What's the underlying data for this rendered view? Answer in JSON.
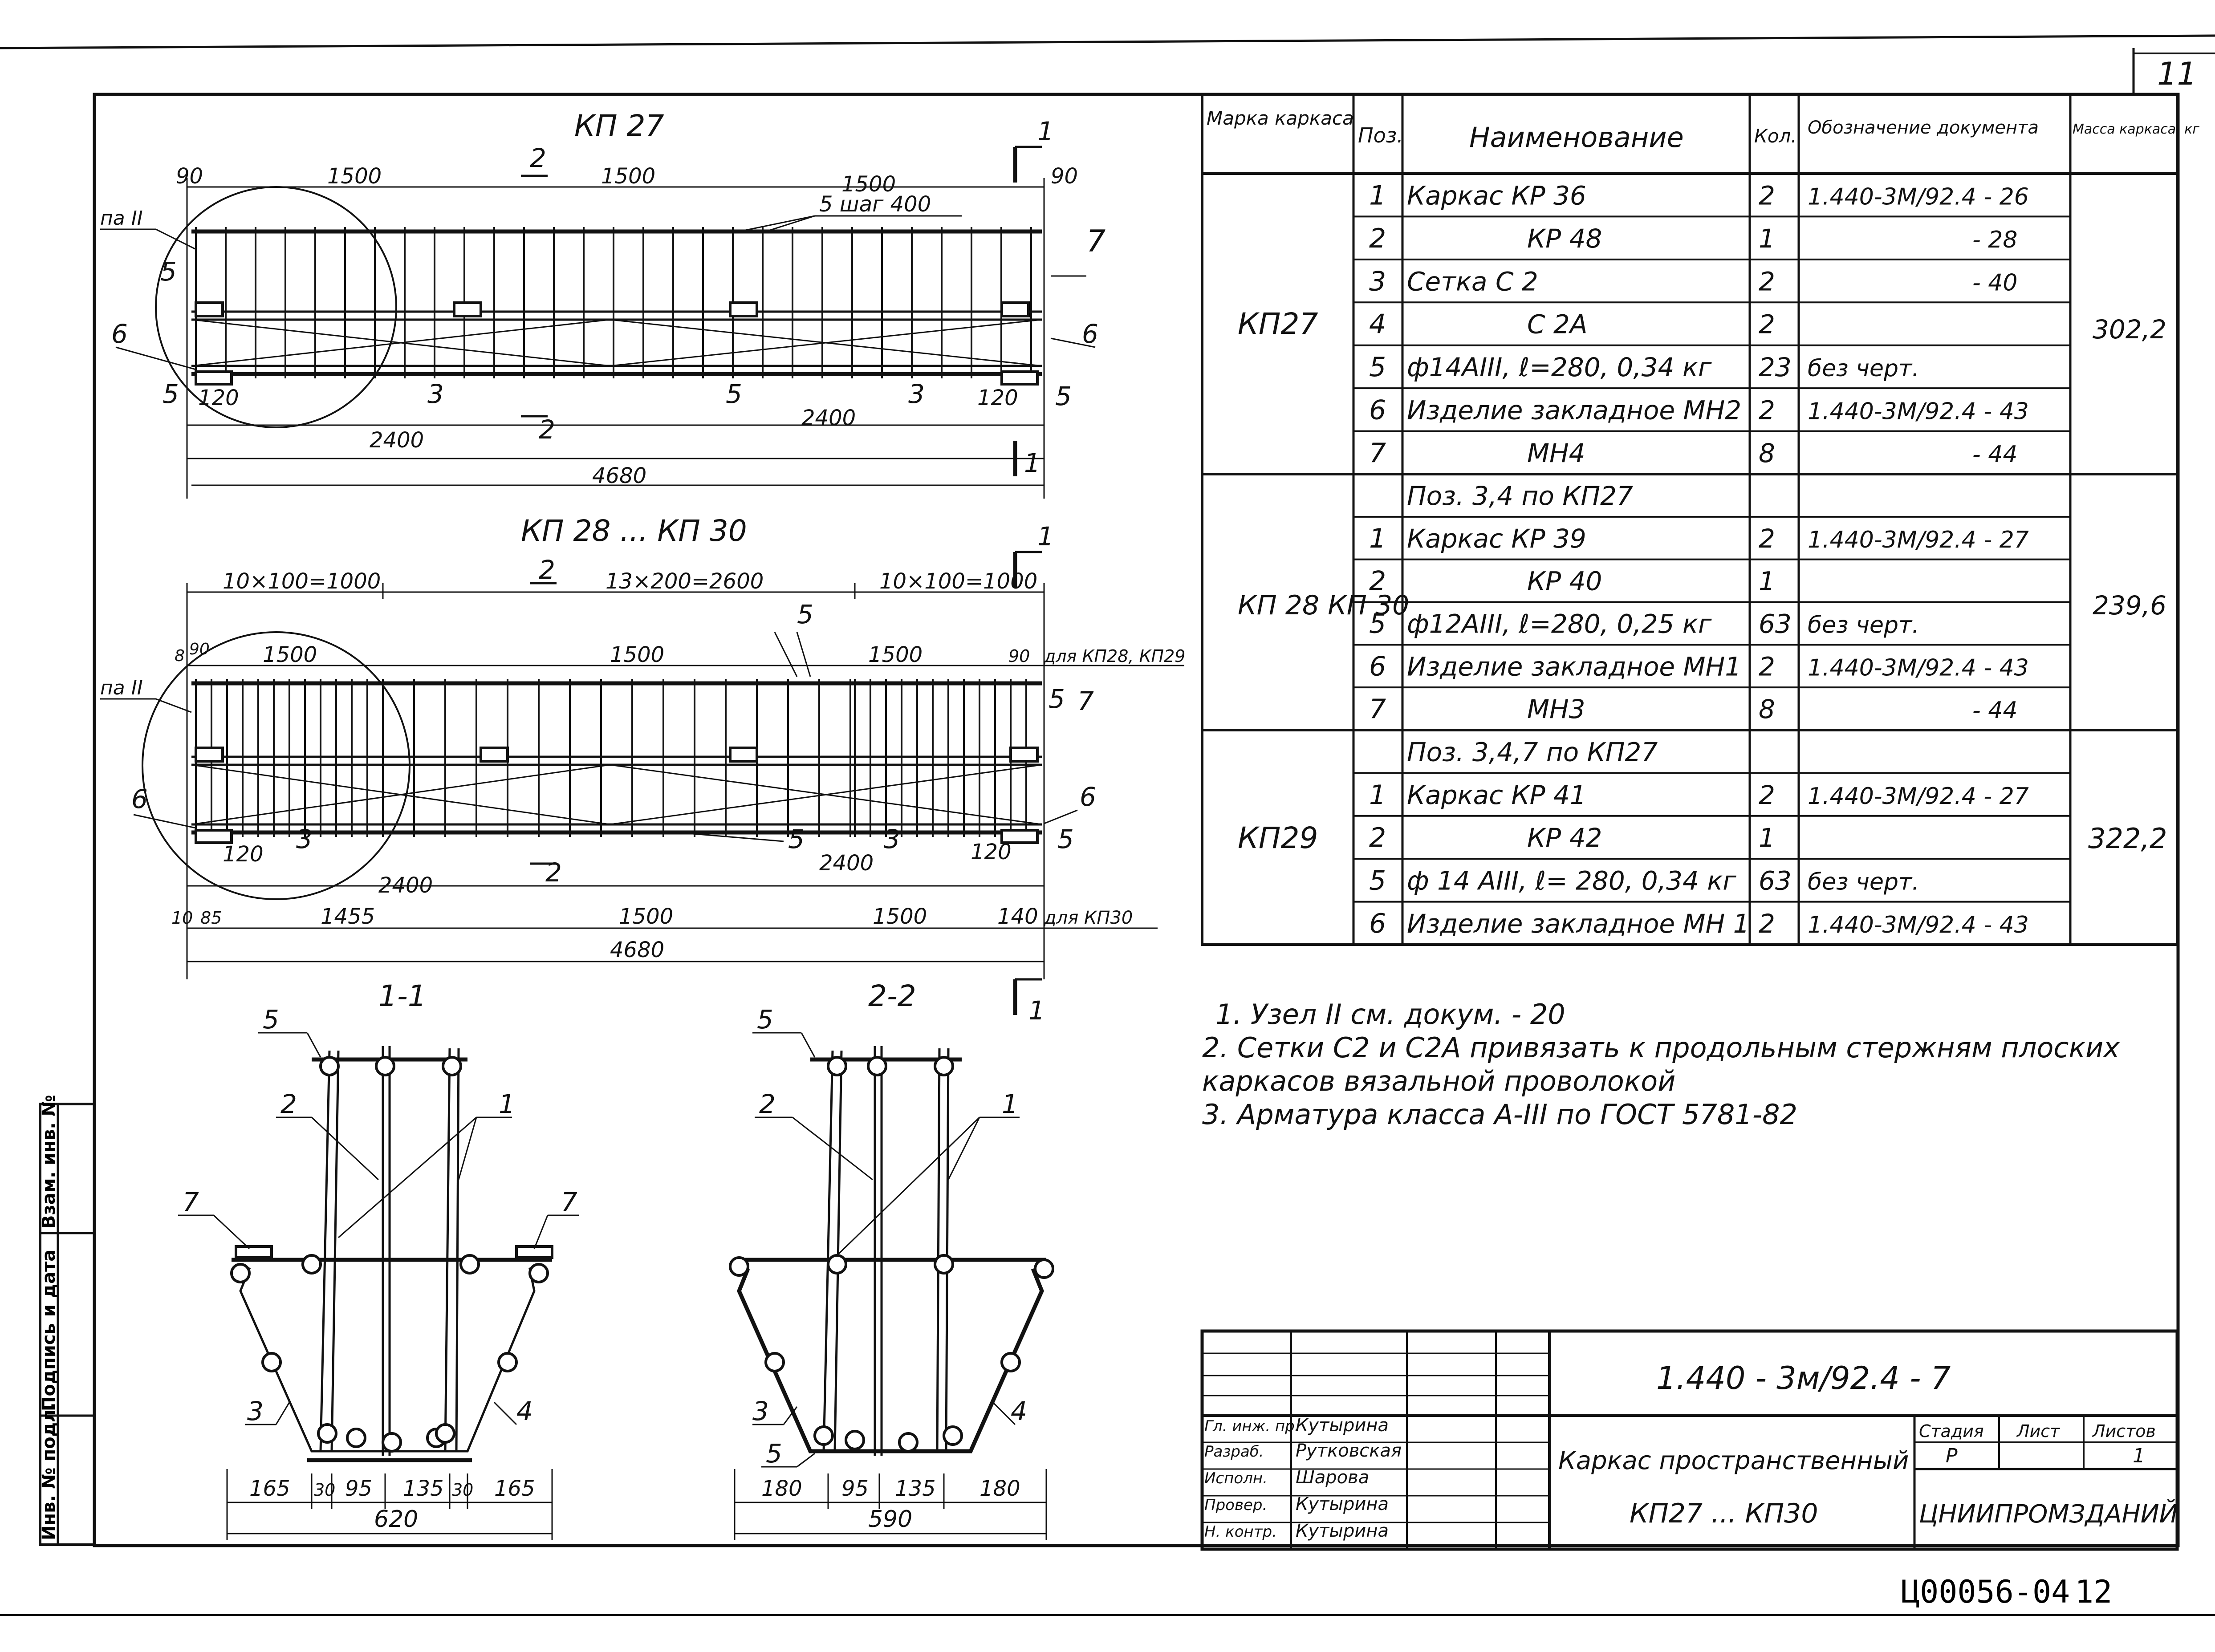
{
  "sheet_number": "11",
  "views": {
    "kp27": {
      "title": "КП 27",
      "section_mark": "1",
      "section_mark2": "2",
      "callout_node": "па II",
      "step_note": "5 шаг 400",
      "dims_top": [
        "90",
        "1500",
        "1500",
        "1500",
        "90"
      ],
      "dims_bottom": [
        "120",
        "2400",
        "2400",
        "120"
      ],
      "total": "4680",
      "pos_labels": [
        "5",
        "6",
        "5",
        "7",
        "6",
        "5",
        "3",
        "5",
        "3"
      ]
    },
    "kp28": {
      "title": "КП 28 ... КП 30",
      "section_mark": "1",
      "section_mark2": "2",
      "callout_node": "па II",
      "dims_stirrups": [
        "10×100=1000",
        "13×200=2600",
        "10×100=1000"
      ],
      "dims_top": [
        "8",
        "90",
        "1500",
        "1500",
        "1500",
        "90"
      ],
      "note_kp28": "для КП28, КП29",
      "note_kp30": "для КП30",
      "dims_bottom": [
        "120",
        "2400",
        "2400",
        "120"
      ],
      "dims_kp30": [
        "10",
        "85",
        "1455",
        "1500",
        "1500",
        "140"
      ],
      "total": "4680",
      "pos_labels": [
        "5",
        "5",
        "7",
        "6",
        "6",
        "3",
        "5",
        "3",
        "5"
      ]
    },
    "sec11": {
      "title": "1-1",
      "dims": [
        "165",
        "30",
        "95",
        "135",
        "30",
        "165"
      ],
      "total": "620",
      "labels": [
        "5",
        "2",
        "1",
        "7",
        "7",
        "3",
        "4"
      ]
    },
    "sec22": {
      "title": "2-2",
      "dims": [
        "180",
        "95",
        "135",
        "180"
      ],
      "total": "590",
      "labels": [
        "5",
        "2",
        "1",
        "3",
        "5",
        "4"
      ]
    }
  },
  "spec": {
    "headers": [
      "Марка каркаса",
      "Поз.",
      "Наименование",
      "Кол.",
      "Обозначение документа",
      "Масса каркаса, кг"
    ],
    "groups": [
      {
        "mark": "КП27",
        "mass": "302,2",
        "rows": [
          {
            "pos": "1",
            "name": "Каркас КР 36",
            "qty": "2",
            "doc": "1.440-3М/92.4 - 26"
          },
          {
            "pos": "2",
            "name": "КР 48",
            "qty": "1",
            "doc": "- 28"
          },
          {
            "pos": "3",
            "name": "Сетка С 2",
            "qty": "2",
            "doc": "- 40"
          },
          {
            "pos": "4",
            "name": "С 2А",
            "qty": "2",
            "doc": ""
          },
          {
            "pos": "5",
            "name": "ф14АIII, ℓ=280, 0,34 кг",
            "qty": "23",
            "doc": "без черт."
          },
          {
            "pos": "6",
            "name": "Изделие закладное МН2",
            "qty": "2",
            "doc": "1.440-3М/92.4 - 43"
          },
          {
            "pos": "7",
            "name": "МН4",
            "qty": "8",
            "doc": "- 44"
          }
        ]
      },
      {
        "mark": "КП 28 КП 30",
        "mass": "239,6",
        "rows": [
          {
            "pos": "",
            "name": "Поз. 3,4    по КП27",
            "qty": "",
            "doc": ""
          },
          {
            "pos": "1",
            "name": "Каркас КР 39",
            "qty": "2",
            "doc": "1.440-3М/92.4 - 27"
          },
          {
            "pos": "2",
            "name": "КР 40",
            "qty": "1",
            "doc": ""
          },
          {
            "pos": "5",
            "name": "ф12АIII, ℓ=280, 0,25 кг",
            "qty": "63",
            "doc": "без черт."
          },
          {
            "pos": "6",
            "name": "Изделие закладное МН1",
            "qty": "2",
            "doc": "1.440-3М/92.4 - 43"
          },
          {
            "pos": "7",
            "name": "МН3",
            "qty": "8",
            "doc": "- 44"
          }
        ]
      },
      {
        "mark": "КП29",
        "mass": "322,2",
        "rows": [
          {
            "pos": "",
            "name": "Поз. 3,4,7  по КП27",
            "qty": "",
            "doc": ""
          },
          {
            "pos": "1",
            "name": "Каркас КР 41",
            "qty": "2",
            "doc": "1.440-3М/92.4 - 27"
          },
          {
            "pos": "2",
            "name": "КР 42",
            "qty": "1",
            "doc": ""
          },
          {
            "pos": "5",
            "name": "ф 14 АIII, ℓ= 280, 0,34 кг",
            "qty": "63",
            "doc": "без черт."
          },
          {
            "pos": "6",
            "name": "Изделие закладное МН 1",
            "qty": "2",
            "doc": "1.440-3М/92.4 - 43"
          }
        ]
      }
    ]
  },
  "notes": [
    "1. Узел II см. докум. - 20",
    "2. Сетки С2 и С2А привязать к продольным стержням плоских",
    "каркасов вязальной проволокой",
    "3. Арматура класса А-III по ГОСТ 5781-82"
  ],
  "title_block": {
    "code": "1.440 - 3м/92.4 - 7",
    "description_line1": "Каркас пространственный",
    "description_line2": "КП27 ... КП30",
    "stage_label": "Стадия",
    "sheet_label": "Лист",
    "sheets_label": "Листов",
    "stage_value": "Р",
    "sheets_value": "1",
    "organization": "ЦНИИПРОМЗДАНИЙ",
    "roles": [
      {
        "role": "Гл. инж. пр.",
        "name": "Кутырина"
      },
      {
        "role": "Разраб.",
        "name": "Рутковская"
      },
      {
        "role": "Исполн.",
        "name": "Шарова"
      },
      {
        "role": "Провер.",
        "name": "Кутырина"
      },
      {
        "role": "Н. контр.",
        "name": "Кутырина"
      }
    ]
  },
  "left_strip": {
    "labels": [
      "Инв. № подл.",
      "Подпись и дата",
      "Взам. инв. №"
    ]
  },
  "archive_code": "Ц00056-04",
  "page_number": "12"
}
